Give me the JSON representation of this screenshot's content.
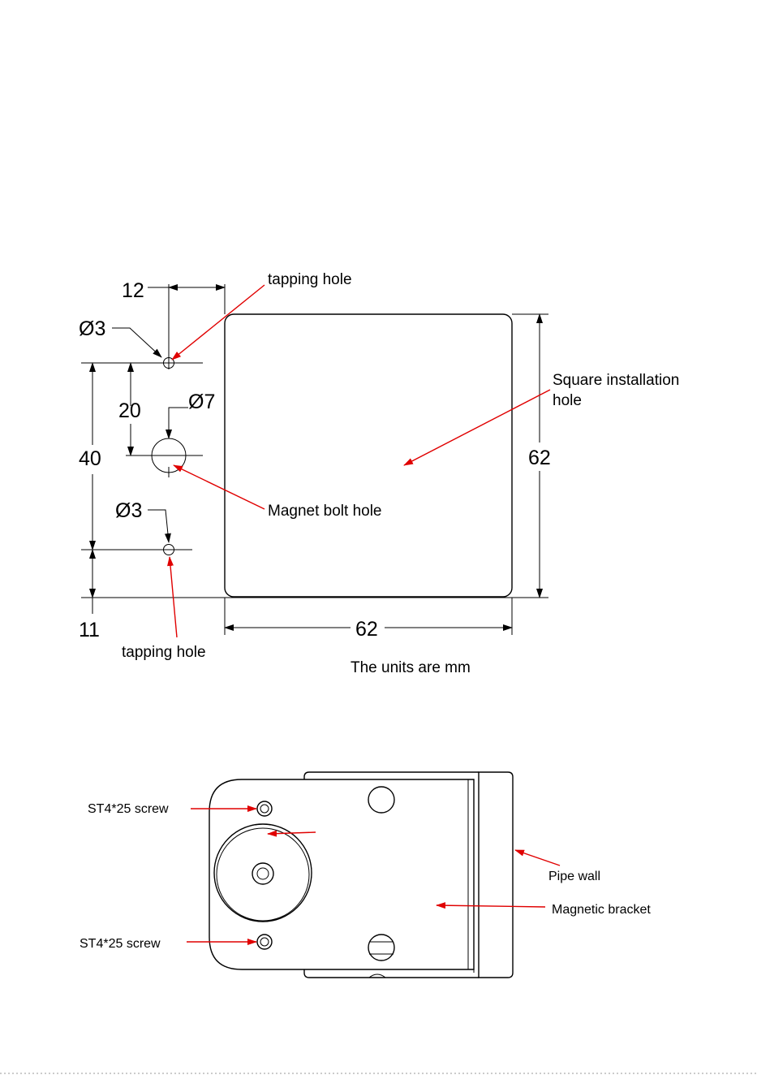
{
  "drawing": {
    "dimensions": {
      "top_offset": "12",
      "tapping_hole_dia_top": "Ø3",
      "magnet_bolt_dia": "Ø7",
      "tapping_hole_dia_bottom": "Ø3",
      "spacing_20": "20",
      "spacing_40": "40",
      "bottom_offset": "11",
      "height_62": "62",
      "width_62": "62"
    },
    "labels": {
      "tapping_hole_top": "tapping hole",
      "square_hole_line1": "Square installation",
      "square_hole_line2": "hole",
      "magnet_bolt_hole": "Magnet bolt hole",
      "tapping_hole_bottom": "tapping hole",
      "units_note": "The units are mm"
    }
  },
  "assembly": {
    "labels": {
      "screw_top": "ST4*25 screw",
      "screw_bottom": "ST4*25 screw",
      "pipe_wall": "Pipe wall",
      "magnetic_bracket": "Magnetic bracket"
    }
  },
  "colors": {
    "line": "#000000",
    "leader": "#e00000",
    "background": "#ffffff"
  }
}
